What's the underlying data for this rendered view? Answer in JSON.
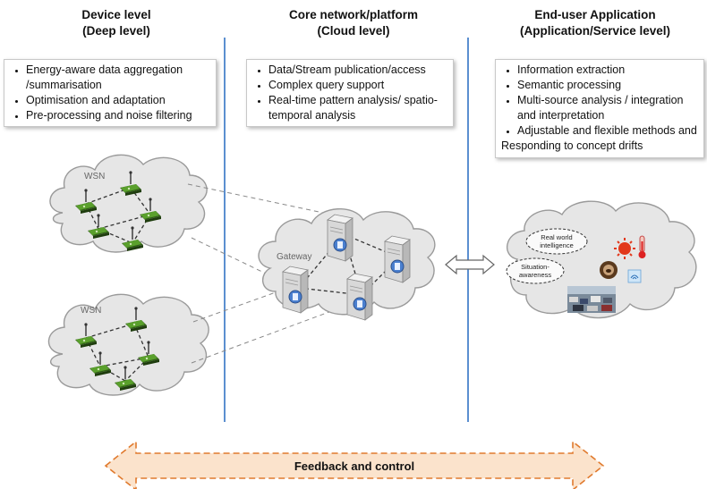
{
  "columns": {
    "device": {
      "title_line1": "Device level",
      "title_line2": "(Deep level)"
    },
    "core": {
      "title_line1": "Core network/platform",
      "title_line2": "(Cloud level)"
    },
    "enduser": {
      "title_line1": "End-user Application",
      "title_line2": "(Application/Service level)"
    }
  },
  "boxes": {
    "device": [
      "Energy-aware data aggregation /summarisation",
      "Optimisation and adaptation",
      "Pre-processing and noise filtering"
    ],
    "core": [
      "Data/Stream publication/access",
      "Complex query support",
      "Real-time pattern analysis/ spatio-temporal analysis"
    ],
    "enduser": [
      "Information extraction",
      "Semantic processing",
      "Multi-source analysis / integration and interpretation",
      "Adjustable and flexible methods and"
    ],
    "enduser_trailing": "Responding to concept drifts"
  },
  "clouds": {
    "wsn_top_label": "WSN",
    "wsn_bottom_label": "WSN",
    "gateway_label": "Gateway",
    "app_bubble_1_line1": "Real world",
    "app_bubble_1_line2": "intelligence",
    "app_bubble_2_line1": "Situation-",
    "app_bubble_2_line2": "awareness"
  },
  "feedback_label": "Feedback and control",
  "colors": {
    "divider": "#5b8fd0",
    "cloud_fill": "#e6e6e6",
    "cloud_stroke": "#9a9a9a",
    "sensor_green": "#5aa02c",
    "arrow_fill": "#fbe3cc",
    "arrow_stroke": "#e07a2e"
  }
}
